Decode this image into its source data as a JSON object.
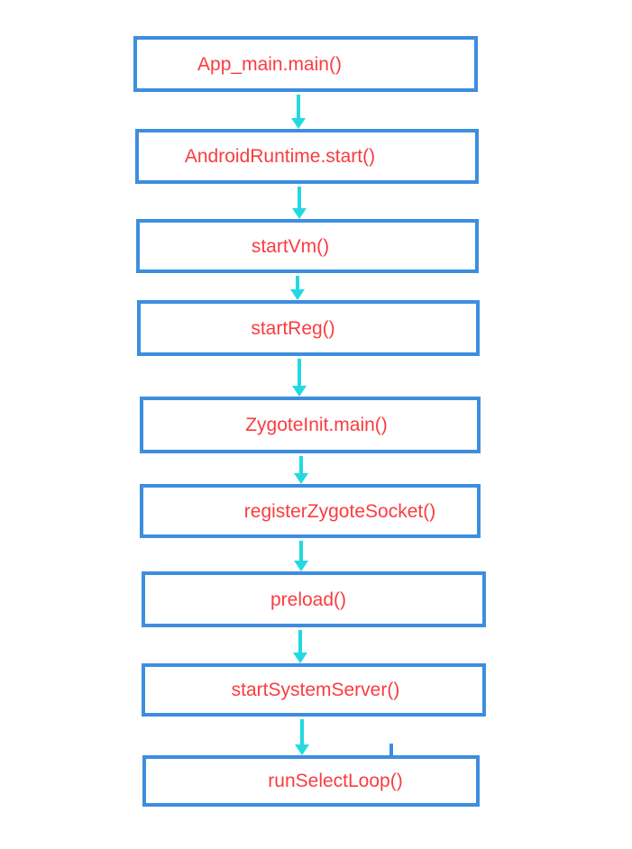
{
  "diagram": {
    "description": "Android Zygote startup call flowchart",
    "nodes": [
      {
        "label": "App_main.main()"
      },
      {
        "label": "AndroidRuntime.start()"
      },
      {
        "label": "startVm()"
      },
      {
        "label": "startReg()"
      },
      {
        "label": "ZygoteInit.main()"
      },
      {
        "label": "registerZygoteSocket()"
      },
      {
        "label": "preload()"
      },
      {
        "label": "startSystemServer()"
      },
      {
        "label": "runSelectLoop()"
      }
    ],
    "edges": [
      {
        "from": 0,
        "to": 1
      },
      {
        "from": 1,
        "to": 2
      },
      {
        "from": 2,
        "to": 3
      },
      {
        "from": 3,
        "to": 4
      },
      {
        "from": 4,
        "to": 5
      },
      {
        "from": 5,
        "to": 6
      },
      {
        "from": 6,
        "to": 7
      },
      {
        "from": 7,
        "to": 8
      }
    ],
    "colors": {
      "box_border": "#3d8ede",
      "label_text": "#f93c40",
      "arrow": "#22d9e2",
      "background": "#ffffff"
    }
  }
}
